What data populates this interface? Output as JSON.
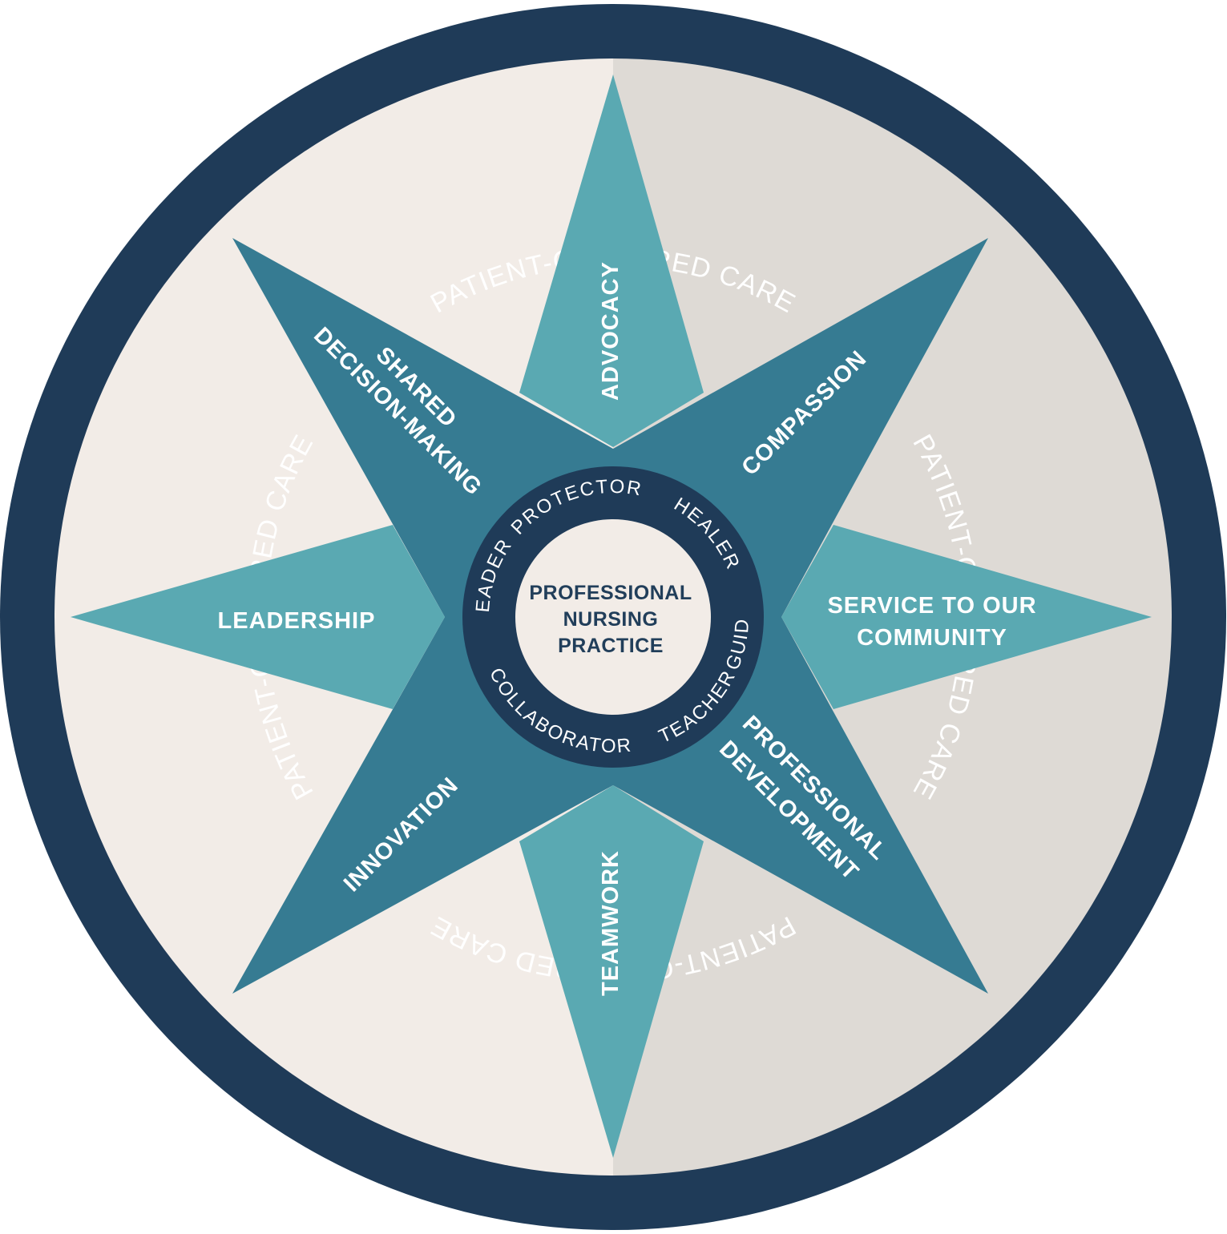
{
  "ring": {
    "top_label": "PATIENT-CENTERED CARE",
    "right_label": "PATIENT-CENTERED CARE",
    "bottom_label": "PATIENT-CENTERED CARE",
    "left_label": "PATIENT-CENTERED CARE"
  },
  "star": {
    "north": "ADVOCACY",
    "northeast": "COMPASSION",
    "east_line1": "SERVICE TO OUR",
    "east_line2": "COMMUNITY",
    "southeast_line1": "PROFESSIONAL",
    "southeast_line2": "DEVELOPMENT",
    "south": "TEAMWORK",
    "southwest": "INNOVATION",
    "west": "LEADERSHIP",
    "northwest_line1": "SHARED",
    "northwest_line2": "DECISION-MAKING"
  },
  "roles": {
    "protector": "PROTECTOR",
    "healer": "HEALER",
    "guide": "GUIDE",
    "teacher": "TEACHER",
    "collaborator": "COLLABORATOR",
    "leader": "LEADER"
  },
  "center": {
    "line1": "PROFESSIONAL",
    "line2": "NURSING",
    "line3": "PRACTICE"
  },
  "colors": {
    "ring_navy": "#1f3b58",
    "star_dark_teal": "#367b92",
    "star_light_teal": "#5aa9b2",
    "bg_left": "#f2ece7",
    "bg_right": "#dedad5",
    "center_fill": "#f2ece7"
  }
}
